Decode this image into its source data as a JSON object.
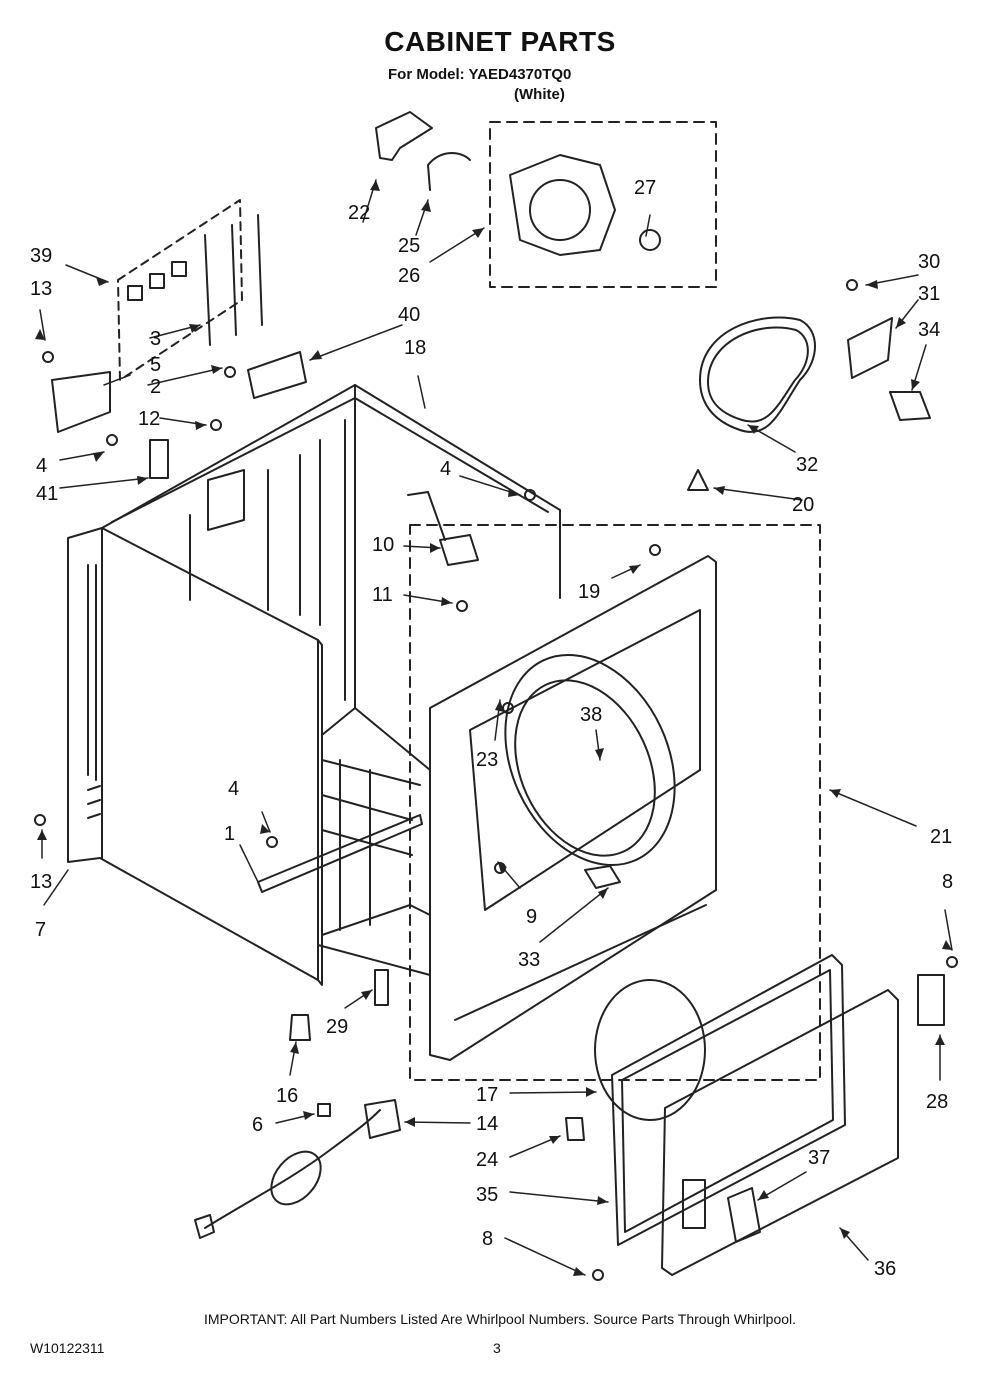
{
  "header": {
    "title": "CABINET PARTS",
    "model_line": "For Model: YAED4370TQ0",
    "color_line": "(White)"
  },
  "part_labels": [
    "1",
    "2",
    "3",
    "4",
    "4",
    "4",
    "5",
    "6",
    "7",
    "8",
    "8",
    "9",
    "10",
    "11",
    "12",
    "13",
    "13",
    "14",
    "16",
    "17",
    "18",
    "19",
    "20",
    "21",
    "22",
    "23",
    "24",
    "25",
    "26",
    "27",
    "28",
    "29",
    "30",
    "31",
    "32",
    "33",
    "34",
    "35",
    "36",
    "37",
    "38",
    "39",
    "40",
    "41"
  ],
  "footer": {
    "note": "IMPORTANT: All Part Numbers Listed Are Whirlpool Numbers. Source Parts Through Whirlpool.",
    "doc_number": "W10122311",
    "page": "3"
  }
}
